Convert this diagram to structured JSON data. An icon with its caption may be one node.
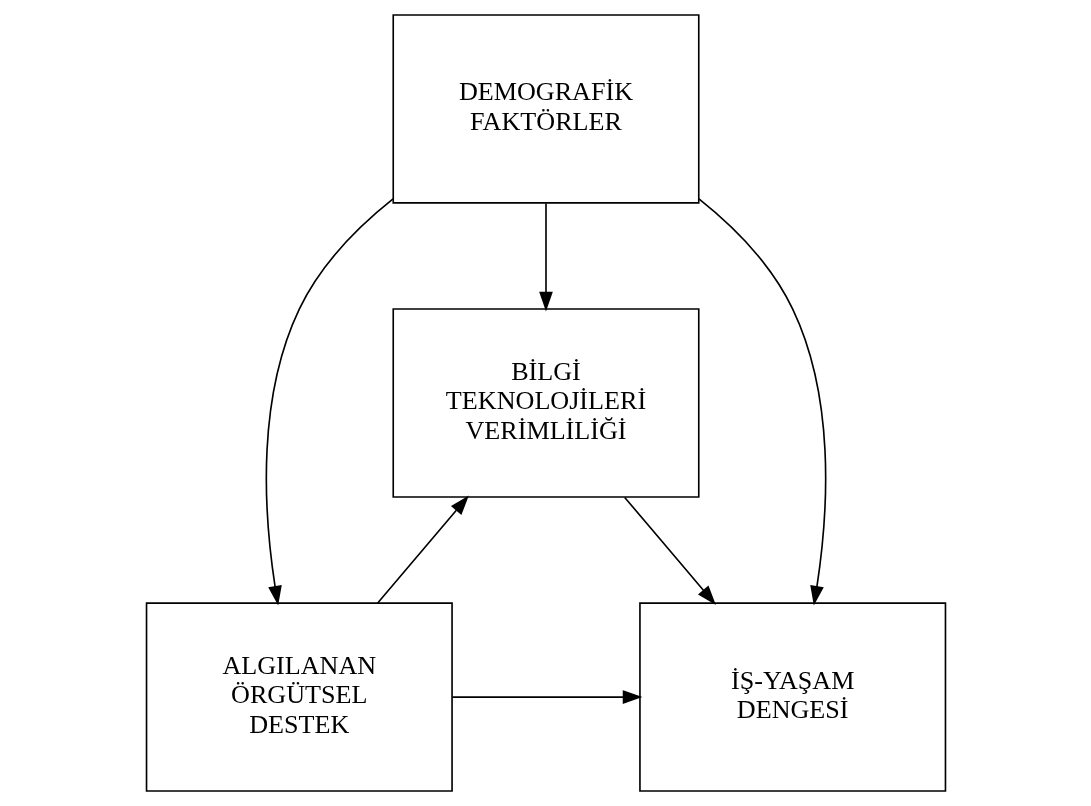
{
  "diagram": {
    "nodes": [
      {
        "text": [
          "BİLGİ TEKNOLOJİLERİ VERİMLİLİĞİ"
        ]
      },
      {
        "text": [
          "ALGILANAN ÖRGÜTSEL DESTEK"
        ]
      },
      {
        "text": [
          "İŞ-YAŞAM DENGESİ"
        ]
      },
      {
        "text": [
          "DEMOGRAFİK FAKTÖRLER"
        ]
      }
    ],
    "edges": [
      {
        "from": 1,
        "to": 0,
        "arrow": "to"
      },
      {
        "from": 0,
        "to": 2,
        "arrow": "to"
      },
      {
        "from": 1,
        "to": 2,
        "arrow": "to"
      },
      {
        "from": 3,
        "to": 1,
        "arrow": "to"
      },
      {
        "from": 3,
        "to": 0,
        "arrow": "to"
      },
      {
        "from": 3,
        "to": 2,
        "arrow": "to"
      }
    ]
  }
}
